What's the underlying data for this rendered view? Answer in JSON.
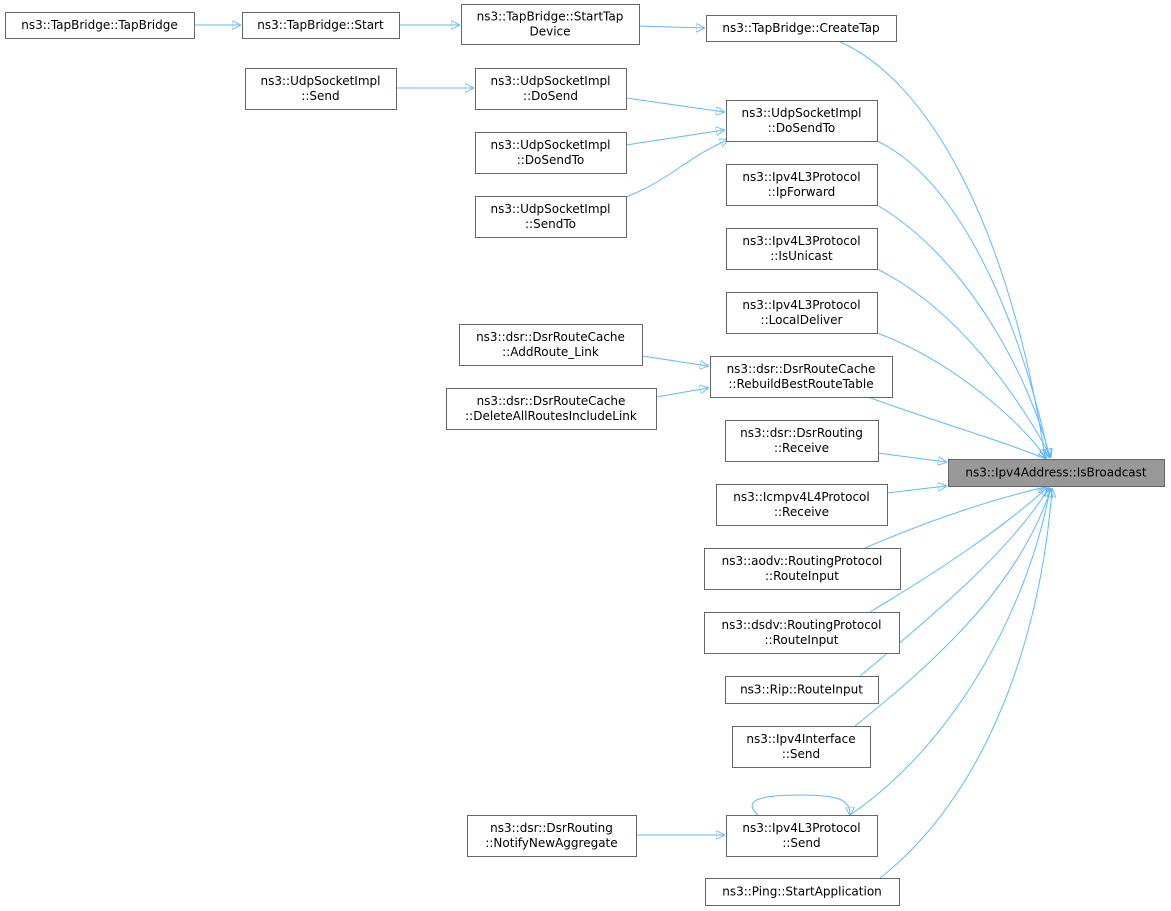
{
  "colors": {
    "edge": "#63b8ff",
    "node_fill": "#ffffff",
    "node_stroke": "#666666",
    "root_fill": "#999999",
    "root_stroke": "#666666"
  },
  "nodes": [
    {
      "id": "root",
      "lines": [
        "ns3::Ipv4Address::IsBroadcast"
      ],
      "root": true
    },
    {
      "id": "tb_ctor",
      "lines": [
        "ns3::TapBridge::TapBridge"
      ]
    },
    {
      "id": "tb_start",
      "lines": [
        "ns3::TapBridge::Start"
      ]
    },
    {
      "id": "tb_starttap",
      "lines": [
        "ns3::TapBridge::StartTap",
        "Device"
      ]
    },
    {
      "id": "tb_createtap",
      "lines": [
        "ns3::TapBridge::CreateTap"
      ]
    },
    {
      "id": "udp_send",
      "lines": [
        "ns3::UdpSocketImpl",
        "::Send"
      ]
    },
    {
      "id": "udp_dosend",
      "lines": [
        "ns3::UdpSocketImpl",
        "::DoSend"
      ]
    },
    {
      "id": "udp_dosendto_l",
      "lines": [
        "ns3::UdpSocketImpl",
        "::DoSendTo"
      ]
    },
    {
      "id": "udp_sendto",
      "lines": [
        "ns3::UdpSocketImpl",
        "::SendTo"
      ]
    },
    {
      "id": "udp_dosendto",
      "lines": [
        "ns3::UdpSocketImpl",
        "::DoSendTo"
      ]
    },
    {
      "id": "ipv4_ipforward",
      "lines": [
        "ns3::Ipv4L3Protocol",
        "::IpForward"
      ]
    },
    {
      "id": "ipv4_isunicast",
      "lines": [
        "ns3::Ipv4L3Protocol",
        "::IsUnicast"
      ]
    },
    {
      "id": "ipv4_localdeliver",
      "lines": [
        "ns3::Ipv4L3Protocol",
        "::LocalDeliver"
      ]
    },
    {
      "id": "dsr_addroute",
      "lines": [
        "ns3::dsr::DsrRouteCache",
        "::AddRoute_Link"
      ]
    },
    {
      "id": "dsr_deleteall",
      "lines": [
        "ns3::dsr::DsrRouteCache",
        "::DeleteAllRoutesIncludeLink"
      ]
    },
    {
      "id": "dsr_rebuild",
      "lines": [
        "ns3::dsr::DsrRouteCache",
        "::RebuildBestRouteTable"
      ]
    },
    {
      "id": "dsr_receive",
      "lines": [
        "ns3::dsr::DsrRouting",
        "::Receive"
      ]
    },
    {
      "id": "icmp_receive",
      "lines": [
        "ns3::Icmpv4L4Protocol",
        "::Receive"
      ]
    },
    {
      "id": "aodv_routeinput",
      "lines": [
        "ns3::aodv::RoutingProtocol",
        "::RouteInput"
      ]
    },
    {
      "id": "dsdv_routeinput",
      "lines": [
        "ns3::dsdv::RoutingProtocol",
        "::RouteInput"
      ]
    },
    {
      "id": "rip_routeinput",
      "lines": [
        "ns3::Rip::RouteInput"
      ]
    },
    {
      "id": "ipv4if_send",
      "lines": [
        "ns3::Ipv4Interface",
        "::Send"
      ]
    },
    {
      "id": "dsr_notify",
      "lines": [
        "ns3::dsr::DsrRouting",
        "::NotifyNewAggregate"
      ]
    },
    {
      "id": "ipv4_send",
      "lines": [
        "ns3::Ipv4L3Protocol",
        "::Send"
      ]
    },
    {
      "id": "ping_start",
      "lines": [
        "ns3::Ping::StartApplication"
      ]
    }
  ],
  "edges": [
    {
      "from": "tb_ctor",
      "to": "tb_start"
    },
    {
      "from": "tb_start",
      "to": "tb_starttap"
    },
    {
      "from": "tb_starttap",
      "to": "tb_createtap"
    },
    {
      "from": "tb_createtap",
      "to": "root"
    },
    {
      "from": "udp_send",
      "to": "udp_dosend"
    },
    {
      "from": "udp_dosend",
      "to": "udp_dosendto"
    },
    {
      "from": "udp_dosendto_l",
      "to": "udp_dosendto"
    },
    {
      "from": "udp_sendto",
      "to": "udp_dosendto"
    },
    {
      "from": "udp_dosendto",
      "to": "root"
    },
    {
      "from": "ipv4_ipforward",
      "to": "root"
    },
    {
      "from": "ipv4_isunicast",
      "to": "root"
    },
    {
      "from": "ipv4_localdeliver",
      "to": "root"
    },
    {
      "from": "dsr_addroute",
      "to": "dsr_rebuild"
    },
    {
      "from": "dsr_deleteall",
      "to": "dsr_rebuild"
    },
    {
      "from": "dsr_rebuild",
      "to": "root"
    },
    {
      "from": "dsr_receive",
      "to": "root"
    },
    {
      "from": "icmp_receive",
      "to": "root"
    },
    {
      "from": "aodv_routeinput",
      "to": "root"
    },
    {
      "from": "dsdv_routeinput",
      "to": "root"
    },
    {
      "from": "rip_routeinput",
      "to": "root"
    },
    {
      "from": "ipv4if_send",
      "to": "root"
    },
    {
      "from": "ipv4_send",
      "to": "ipv4_send"
    },
    {
      "from": "dsr_notify",
      "to": "ipv4_send"
    },
    {
      "from": "ipv4_send",
      "to": "root"
    },
    {
      "from": "ping_start",
      "to": "root"
    }
  ]
}
